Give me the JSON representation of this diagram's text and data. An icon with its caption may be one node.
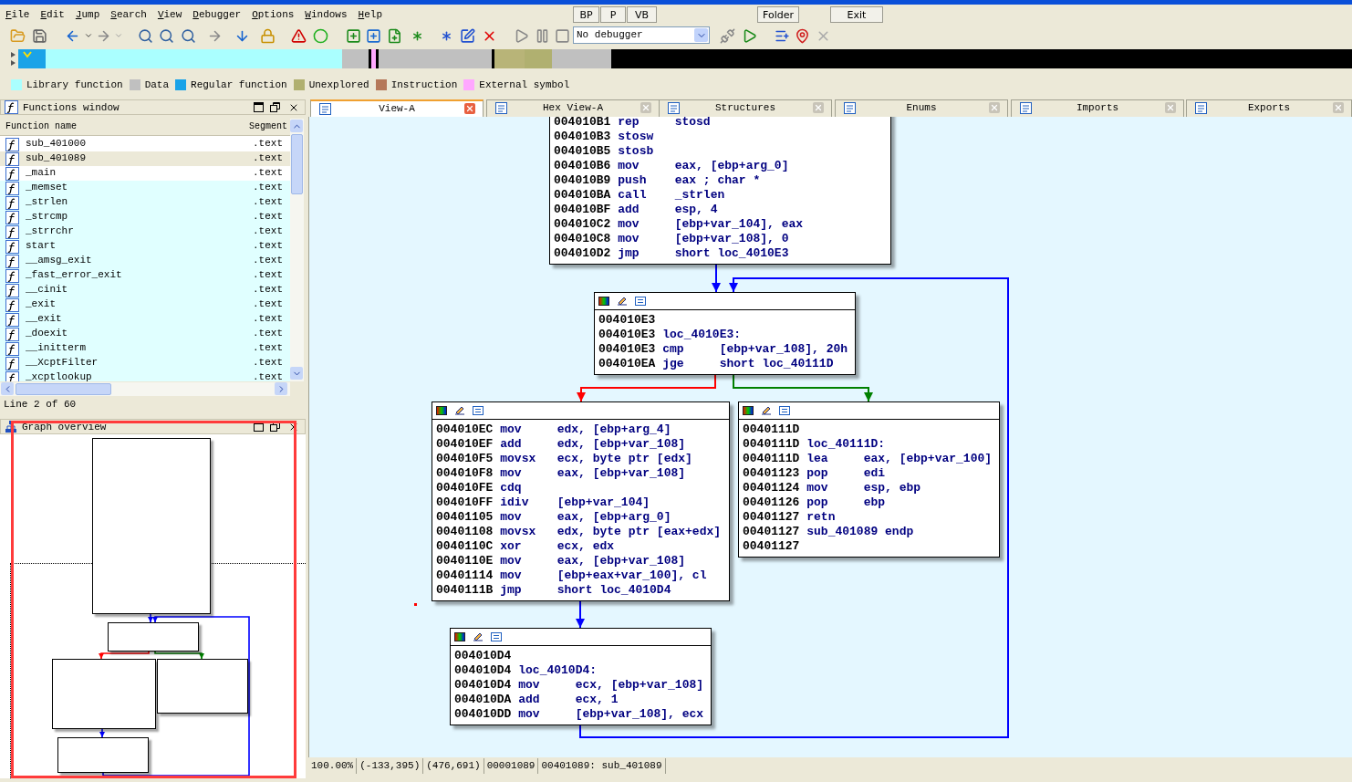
{
  "diagram": {
    "nodes": [
      {
        "text": [
          "004010B1 rep stosd",
          "004010B3 stosw",
          "004010B5 stosb",
          "004010B6 mov eax, [ebp+arg_0]",
          "004010B9 push eax ; char *",
          "004010BA call _strlen",
          "004010BF add esp, 4",
          "004010C2 mov [ebp+var_104], eax",
          "004010C8 mov [ebp+var_108], 0",
          "004010D2 jmp short loc_4010E3"
        ]
      },
      {
        "text": [
          "004010E3",
          "004010E3 loc_4010E3:",
          "004010E3 cmp [ebp+var_108], 20h",
          "004010EA jge short loc_40111D"
        ]
      },
      {
        "text": [
          "004010EC mov edx, [ebp+arg_4]",
          "004010EF add edx, [ebp+var_108]",
          "004010F5 movsx ecx, byte ptr [edx]",
          "004010F8 mov eax, [ebp+var_108]",
          "004010FE cdq",
          "004010FF idiv [ebp+var_104]",
          "00401105 mov eax, [ebp+arg_0]",
          "00401108 movsx edx, byte ptr [eax+edx]",
          "0040110C xor ecx, edx",
          "0040110E mov eax, [ebp+var_108]",
          "00401114 mov [ebp+eax+var_100], cl",
          "0040111B jmp short loc_4010D4"
        ]
      },
      {
        "text": [
          "0040111D",
          "0040111D loc_40111D:",
          "0040111D lea eax, [ebp+var_100]",
          "00401123 pop edi",
          "00401124 mov esp, ebp",
          "00401126 pop ebp",
          "00401127 retn",
          "00401127 sub_401089 endp",
          "00401127"
        ]
      },
      {
        "text": [
          "004010D4",
          "004010D4 loc_4010D4:",
          "004010D4 mov ecx, [ebp+var_108]",
          "004010DA add ecx, 1",
          "004010DD mov [ebp+var_108], ecx"
        ]
      },
      {
        "text": [],
        "shape": "box"
      },
      {
        "text": [],
        "shape": "box"
      },
      {
        "text": [],
        "shape": "box"
      },
      {
        "text": [],
        "shape": "box"
      },
      {
        "text": [],
        "shape": "box"
      }
    ],
    "edges": [
      {
        "from": 0,
        "to": 1,
        "arrow": "to"
      },
      {
        "from": 1,
        "to": 2,
        "arrow": "to",
        "color": "#ff0000"
      },
      {
        "from": 1,
        "to": 3,
        "arrow": "to",
        "color": "#008000"
      },
      {
        "from": 2,
        "to": 4,
        "arrow": "to"
      },
      {
        "from": 4,
        "to": 1,
        "arrow": "to"
      },
      {
        "from": 5,
        "to": 6,
        "arrow": "to"
      },
      {
        "from": 6,
        "to": 7,
        "arrow": "to",
        "color": "#ff0000"
      },
      {
        "from": 6,
        "to": 8,
        "arrow": "to",
        "color": "#008000"
      },
      {
        "from": 7,
        "to": 9,
        "arrow": "to"
      },
      {
        "from": 9,
        "to": 6,
        "arrow": "to"
      }
    ],
    "labels": [
      "File",
      "Edit",
      "Jump",
      "Search",
      "View",
      "Debugger",
      "Options",
      "Windows",
      "Help",
      "BP",
      "P",
      "VB",
      "Folder",
      "Exit",
      "No debugger",
      "Functions window",
      "View-A",
      "Hex View-A",
      "Structures",
      "Enums",
      "Imports",
      "Exports",
      "Function name",
      "Segment",
      "sub_401000",
      ".text",
      "sub_401089",
      ".text",
      "_main",
      ".text",
      "_memset",
      ".text",
      "_strlen",
      ".text",
      "_strcmp",
      ".text",
      "_strrchr",
      ".text",
      "start",
      ".text",
      "__amsg_exit",
      ".text",
      "_fast_error_exit",
      ".text",
      "__cinit",
      ".text",
      "_exit",
      ".text",
      "__exit",
      ".text",
      "_doexit",
      ".text",
      "__initterm",
      ".text",
      "__XcptFilter",
      ".text",
      "_xcptlookup",
      ".text",
      "Line 2 of 60",
      "Graph overview",
      "100.00%",
      "(-133,395)",
      "(476,691)",
      "00001089",
      "00401089: sub_401089"
    ],
    "legend": [
      {
        "text": "Library function",
        "color": "#aaffff"
      },
      {
        "text": "Data",
        "color": "#c0c0c0"
      },
      {
        "text": "Regular function",
        "color": "#1aa3e8"
      },
      {
        "text": "Unexplored",
        "color": "#b0b070"
      },
      {
        "text": "Instruction",
        "color": "#b5785a"
      },
      {
        "text": "External symbol",
        "color": "#ffa8ff"
      }
    ]
  }
}
